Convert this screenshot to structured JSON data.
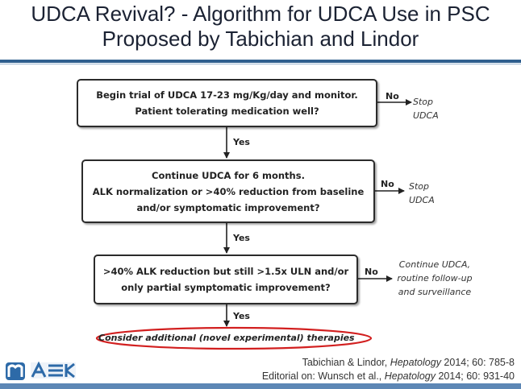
{
  "title": {
    "line1": "UDCA Revival? - Algorithm for UDCA Use in PSC",
    "line2": "Proposed by Tabichian and Lindor"
  },
  "steps": [
    {
      "lines": [
        "Begin trial of UDCA 17-23 mg/Kg/day and monitor.",
        "Patient tolerating medication well?"
      ],
      "no_outcome": [
        "Stop",
        "UDCA"
      ]
    },
    {
      "lines": [
        "Continue UDCA for 6 months.",
        "ALK normalization or >40% reduction from baseline",
        "and/or symptomatic improvement?"
      ],
      "no_outcome": [
        "Stop",
        "UDCA"
      ]
    },
    {
      "lines": [
        ">40% ALK reduction but still >1.5x ULN and/or",
        "only partial symptomatic improvement?"
      ],
      "no_outcome": [
        "Continue UDCA,",
        "routine follow-up",
        "and surveillance"
      ]
    }
  ],
  "yes_label": "Yes",
  "no_label": "No",
  "final": "Consider additional (novel experimental) therapies",
  "citation": {
    "line1_pre": "Tabichian & Lindor, ",
    "line1_journal": "Hepatology",
    "line1_post": " 2014; 60: 785-8",
    "line2_pre": "Editorial on: Wunsch et al., ",
    "line2_journal": "Hepatology",
    "line2_post": " 2014; 60: 931-40"
  },
  "colors": {
    "title_text": "#1b2233",
    "rule": "#2f5f8f",
    "final_oval": "#d21f1f",
    "logo_blue": "#2d6aa8"
  }
}
